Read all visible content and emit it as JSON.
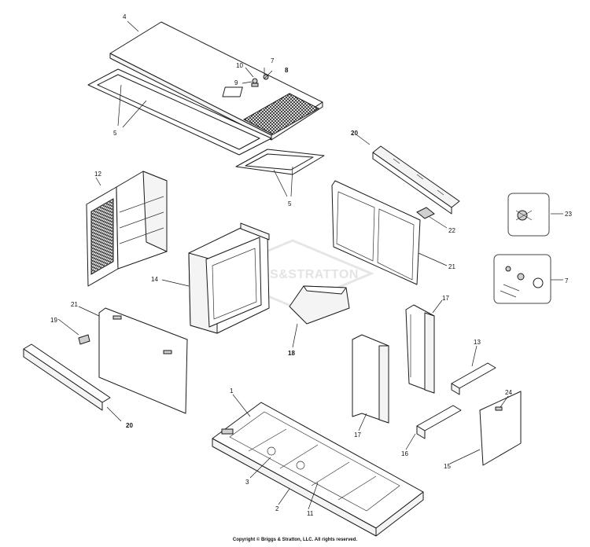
{
  "watermark": "BRIGGS&STRATTON",
  "copyright": "Copyright © Briggs & Stratton, LLC. All rights reserved.",
  "callouts": {
    "c1": "1",
    "c2": "2",
    "c3": "3",
    "c4": "4",
    "c5a": "5",
    "c5b": "5",
    "c7a": "7",
    "c7b": "7",
    "c8": "8",
    "c9": "9",
    "c10": "10",
    "c11": "11",
    "c12": "12",
    "c13": "13",
    "c14": "14",
    "c15": "15",
    "c16": "16",
    "c17a": "17",
    "c17b": "17",
    "c18": "18",
    "c19": "19",
    "c20a": "20",
    "c20b": "20",
    "c21a": "21",
    "c21b": "21",
    "c22": "22",
    "c23": "23",
    "c24": "24"
  }
}
